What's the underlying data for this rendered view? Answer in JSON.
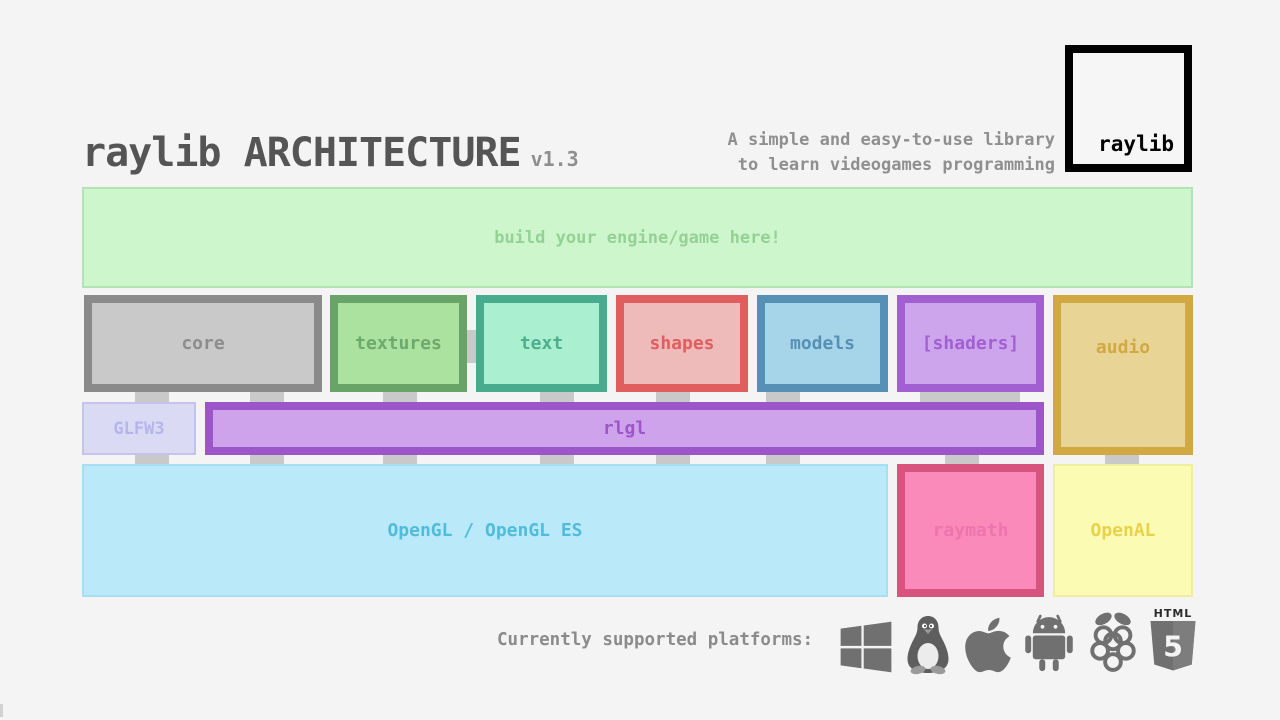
{
  "header": {
    "title": "raylib ARCHITECTURE",
    "version": "v1.3",
    "tagline_line1": "A simple and easy-to-use library",
    "tagline_line2": "to learn videogames programming",
    "logo_text": "raylib"
  },
  "diagram": {
    "engine_box": {
      "label": "build your engine/game here!",
      "fill": "#cdf6cd",
      "border": "#b2e3b2",
      "text_color": "#95d095"
    },
    "modules": [
      {
        "name": "core",
        "label": "core",
        "fill": "#c9c9c9",
        "border": "#8a8a8a",
        "text_color": "#8c8c8c"
      },
      {
        "name": "textures",
        "label": "textures",
        "fill": "#ace29f",
        "border": "#68a468",
        "text_color": "#6da86d"
      },
      {
        "name": "text",
        "label": "text",
        "fill": "#aaf0d0",
        "border": "#49ab8e",
        "text_color": "#4fae8e"
      },
      {
        "name": "shapes",
        "label": "shapes",
        "fill": "#efbaba",
        "border": "#e05e5e",
        "text_color": "#e05e5e"
      },
      {
        "name": "models",
        "label": "models",
        "fill": "#a6d4e8",
        "border": "#5691b5",
        "text_color": "#5691b5"
      },
      {
        "name": "shaders",
        "label": "[shaders]",
        "fill": "#cda5ec",
        "border": "#a15fd2",
        "text_color": "#a15fd2"
      },
      {
        "name": "audio",
        "label": "audio",
        "fill": "#e8d494",
        "border": "#d0a942",
        "text_color": "#d0a942"
      }
    ],
    "mid_layer": [
      {
        "name": "glfw3",
        "label": "GLFW3",
        "fill": "#dadaf4",
        "border": "#c3c3ee",
        "text_color": "#b5b5ec"
      },
      {
        "name": "rlgl",
        "label": "rlgl",
        "fill": "#cfa3ec",
        "border": "#9c56ca",
        "text_color": "#9c56ca"
      }
    ],
    "bottom_layer": [
      {
        "name": "opengl",
        "label": "OpenGL / OpenGL ES",
        "fill": "#bae9f9",
        "border": "#a6dff2",
        "text_color": "#50bcdb"
      },
      {
        "name": "raymath",
        "label": "raymath",
        "fill": "#f98aba",
        "border": "#d7547f",
        "text_color": "#ee74ad"
      },
      {
        "name": "openal",
        "label": "OpenAL",
        "fill": "#fbfbb4",
        "border": "#eeee9e",
        "text_color": "#e8d24b"
      }
    ],
    "connector_color": "#c9c9c9"
  },
  "platforms": {
    "label": "Currently supported platforms:",
    "icon_color": "#707070",
    "icons": [
      "windows",
      "linux",
      "apple",
      "android",
      "raspberry-pi",
      "html5"
    ],
    "html5_text_top": "HTML",
    "html5_text_shield": "5"
  }
}
